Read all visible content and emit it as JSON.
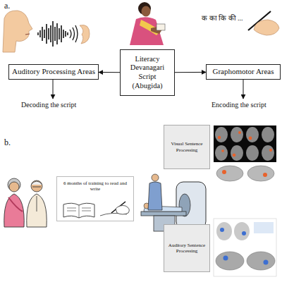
{
  "diagram": {
    "nodes": [
      {
        "text": [
          "Literacy Devanagari Script (Abugida)"
        ]
      },
      {
        "text": [
          "Auditory Processing Areas"
        ]
      },
      {
        "text": [
          "Graphomotor Areas"
        ]
      },
      {
        "text": [
          "6 months of training to read and write"
        ]
      },
      {
        "text": [
          "Visual Sentence Processing"
        ]
      },
      {
        "text": [
          "Auditory Sentence Processing"
        ]
      }
    ],
    "edges": [
      {
        "from": 0,
        "to": 1,
        "arrow": "to"
      },
      {
        "from": 0,
        "to": 2,
        "arrow": "to"
      }
    ],
    "labels": [
      "a.",
      "क का कि की ...",
      "Decoding the script",
      "Encoding the script",
      "b."
    ]
  }
}
